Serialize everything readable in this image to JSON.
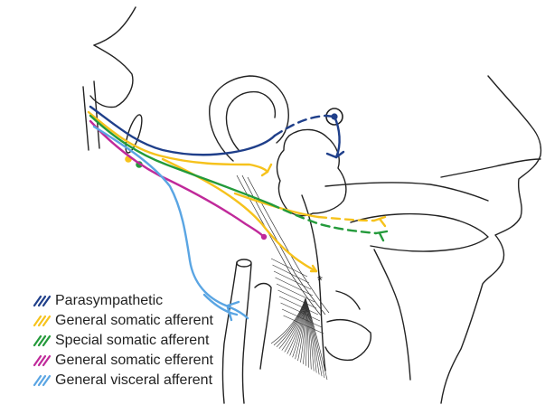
{
  "colors": {
    "outline": "#222222",
    "parasympathetic": "#1f3f8a",
    "general_somatic_afferent": "#f6c21c",
    "special_somatic_afferent": "#239a3a",
    "general_somatic_efferent": "#c0299a",
    "general_visceral_afferent": "#5aa5e3"
  },
  "legend": [
    {
      "label": "Parasympathetic",
      "color": "#1f3f8a",
      "icon": "stroke-hatch-icon"
    },
    {
      "label": "General somatic afferent",
      "color": "#f6c21c",
      "icon": "stroke-hatch-icon"
    },
    {
      "label": "Special somatic afferent",
      "color": "#239a3a",
      "icon": "stroke-hatch-icon"
    },
    {
      "label": "General somatic efferent",
      "color": "#c0299a",
      "icon": "stroke-hatch-icon"
    },
    {
      "label": "General visceral afferent",
      "color": "#5aa5e3",
      "icon": "stroke-hatch-icon"
    }
  ],
  "annotation": "*"
}
